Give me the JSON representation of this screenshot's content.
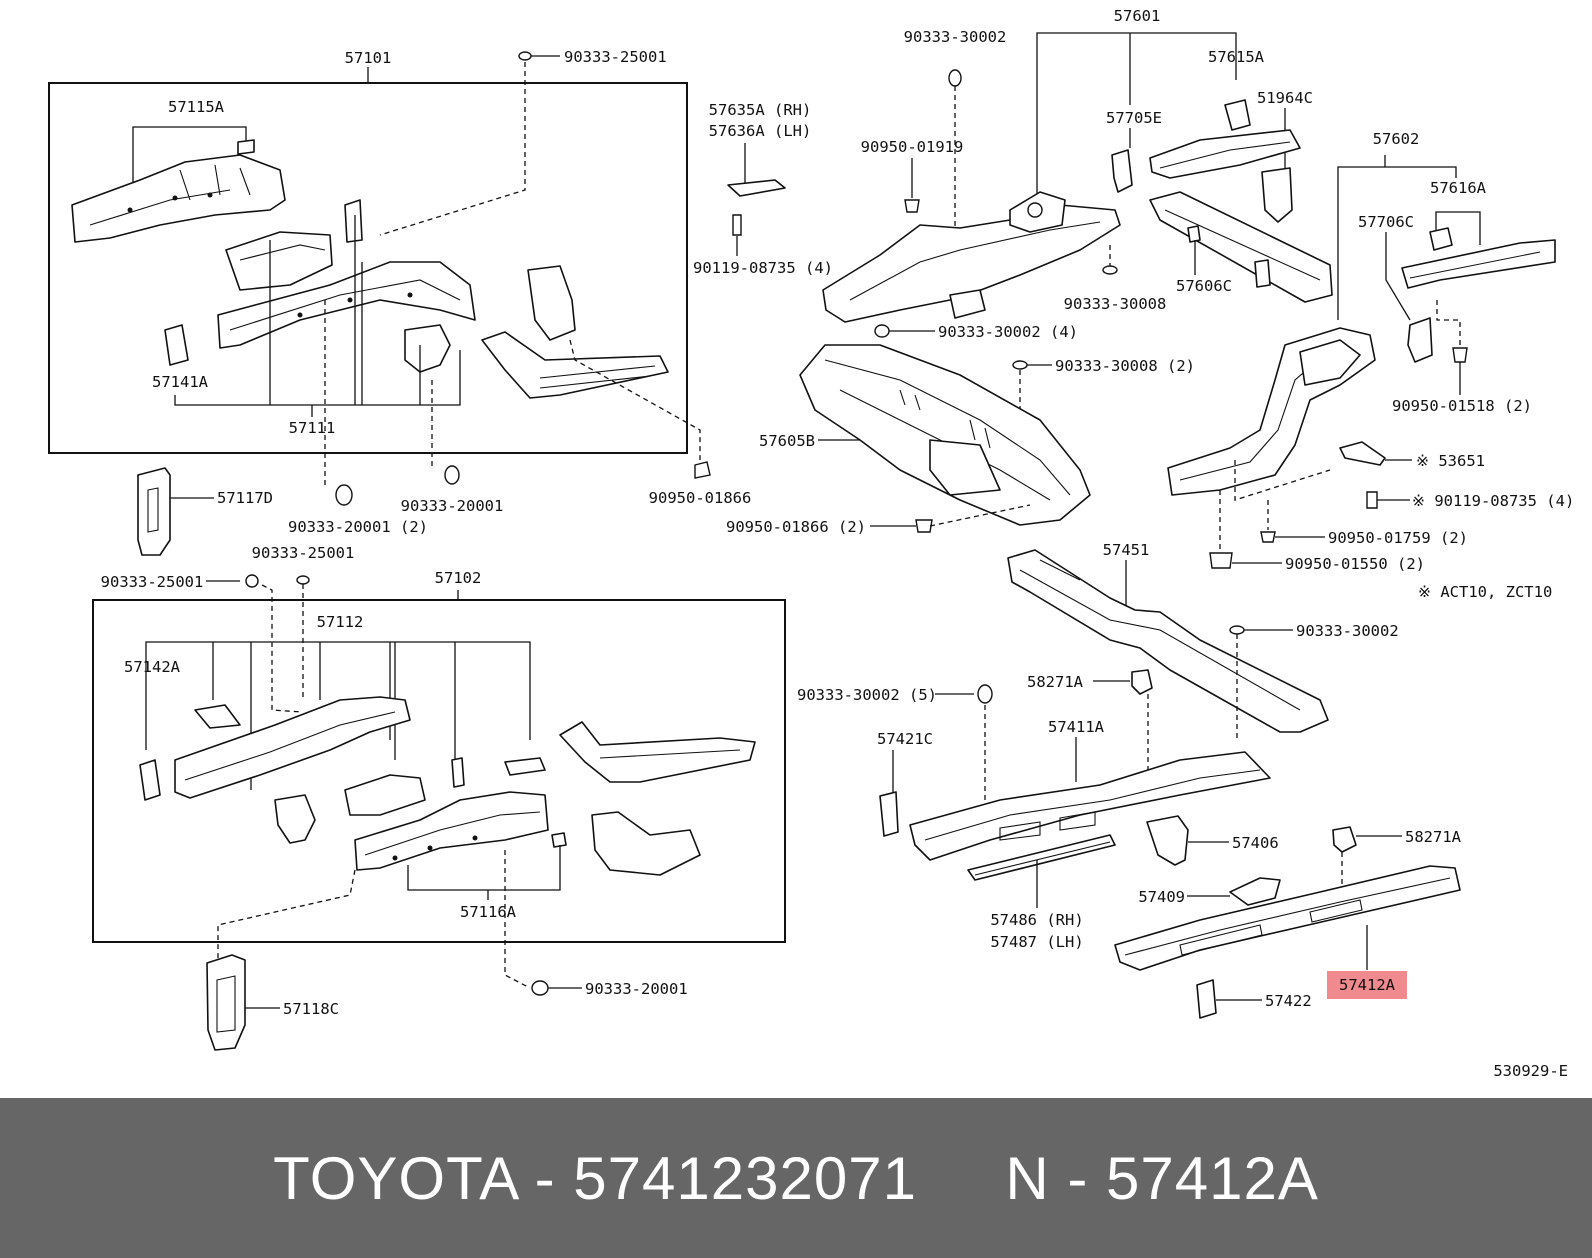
{
  "diagram": {
    "labels": {
      "l57101": "57101",
      "l90333_25001_top": "90333-25001",
      "l57115A": "57115A",
      "l57141A": "57141A",
      "l57111": "57111",
      "l57117D": "57117D",
      "l90333_20001_2": "90333-20001 (2)",
      "l90333_20001_mid": "90333-20001",
      "l90950_01866": "90950-01866",
      "l57635A": "57635A (RH)",
      "l57636A": "57636A (LH)",
      "l90119_08735_4": "90119-08735 (4)",
      "l90333_30002_top": "90333-30002",
      "l57601": "57601",
      "l57615A": "57615A",
      "l57705E": "57705E",
      "l51964C": "51964C",
      "l90950_01919": "90950-01919",
      "l90333_30008": "90333-30008",
      "l57606C": "57606C",
      "l57602": "57602",
      "l57616A": "57616A",
      "l57706C": "57706C",
      "l90950_01518_2": "90950-01518 (2)",
      "l90333_30002_4": "90333-30002 (4)",
      "l90333_30008_2": "90333-30008 (2)",
      "l57605B": "57605B",
      "l53651": "※ 53651",
      "l90119_08735_4b": "※ 90119-08735 (4)",
      "l90950_01866_2": "90950-01866 (2)",
      "l90950_01759_2": "90950-01759 (2)",
      "l57451": "57451",
      "l90950_01550_2": "90950-01550 (2)",
      "l_act10": "※ ACT10, ZCT10",
      "l90333_25001_a": "90333-25001",
      "l90333_25001_b": "90333-25001",
      "l57102": "57102",
      "l57112": "57112",
      "l57142A": "57142A",
      "l57116A": "57116A",
      "l57118C": "57118C",
      "l90333_20001_bot": "90333-20001",
      "l90333_30002_r": "90333-30002",
      "l58271A_top": "58271A",
      "l90333_30002_5": "90333-30002 (5)",
      "l57421C": "57421C",
      "l57411A": "57411A",
      "l57406": "57406",
      "l58271A_bot": "58271A",
      "l57409": "57409",
      "l57486": "57486 (RH)",
      "l57487": "57487 (LH)",
      "l57412A": "57412A",
      "l57422": "57422",
      "l530929": "530929-E"
    },
    "highlight_color": "#f08a8e"
  },
  "footer": {
    "text": "TOYOTA - 5741232071     N - 57412A",
    "background": "#666666",
    "color": "#ffffff"
  }
}
